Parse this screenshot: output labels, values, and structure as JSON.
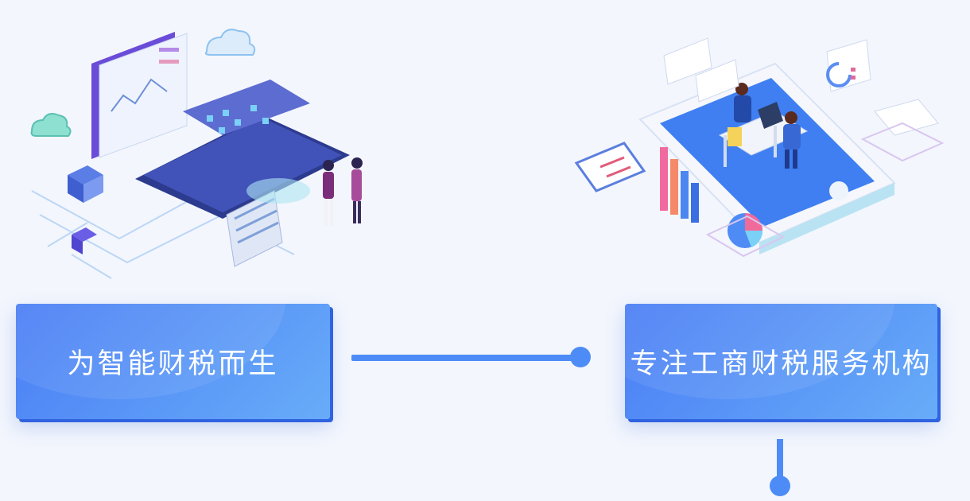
{
  "cards": {
    "left": {
      "label": "为智能财税而生"
    },
    "right": {
      "label": "专注工商财税服务机构"
    }
  },
  "colors": {
    "background": "#f3f6fd",
    "card_gradient_start": "#4a7df5",
    "card_gradient_end": "#68acf8",
    "connector": "#4d8cf6"
  },
  "illustrations": {
    "left": "isometric-data-center-illustration",
    "right": "isometric-phone-office-illustration"
  }
}
